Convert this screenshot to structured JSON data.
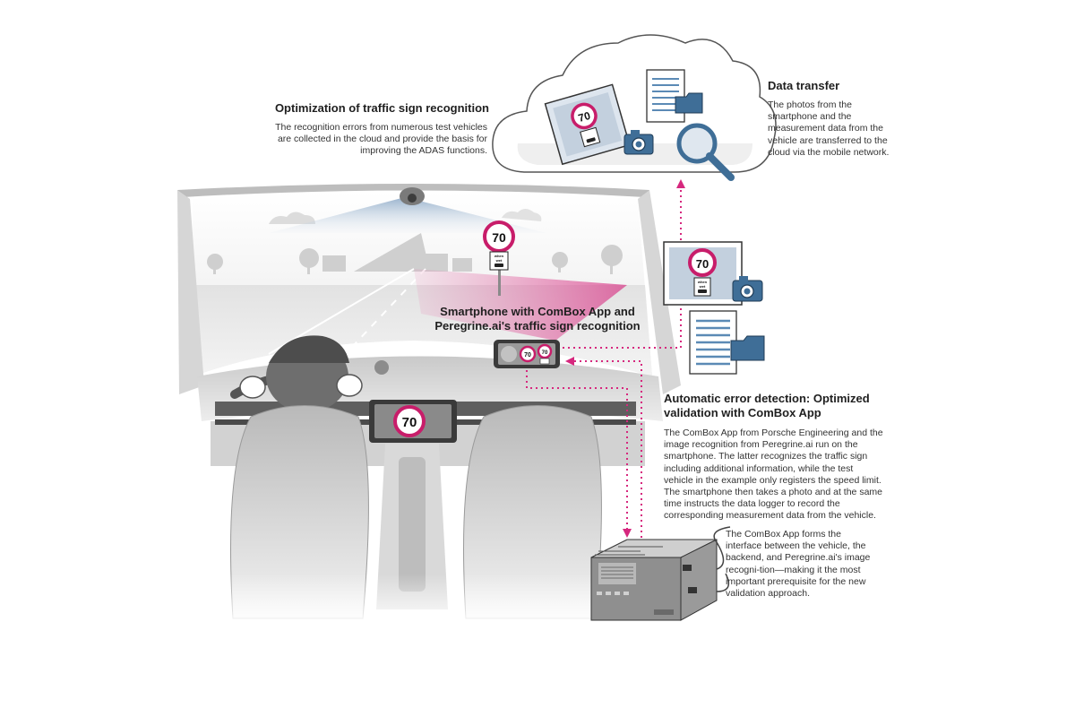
{
  "optimization": {
    "title": "Optimization of traffic sign recognition",
    "text": "The recognition errors from numerous test vehicles are collected in the cloud and provide the basis for improving the ADAS functions."
  },
  "data_transfer": {
    "title": "Data transfer",
    "text": "The photos from the smartphone and the measurement data from the vehicle are transferred to the cloud via the mobile network."
  },
  "smartphone": {
    "title": "Smartphone with ComBox App and Peregrine.ai's traffic sign recognition"
  },
  "error_detection": {
    "title": "Automatic error detection: Optimized validation with ComBox App",
    "text1": "The ComBox App from Porsche Engineering and the image recognition from Peregrine.ai run on the smartphone. The latter recognizes the traffic sign including additional information, while the test vehicle in the example only registers the speed limit. The smartphone then takes a photo and at the same time instructs the data logger to record the corresponding measurement data from the vehicle.",
    "text2": "The ComBox App forms the interface between the vehicle, the backend, and Peregrine.ai's image recogni-tion—making it the most important prerequisite for the new validation approach."
  },
  "sign": {
    "speed": "70",
    "supplement_line1": "when",
    "supplement_line2": "wet"
  },
  "colors": {
    "accent": "#d6287e",
    "sign_ring": "#c81d6a",
    "icon_blue": "#3f6e97",
    "doc_lines": "#5b8ab5"
  }
}
